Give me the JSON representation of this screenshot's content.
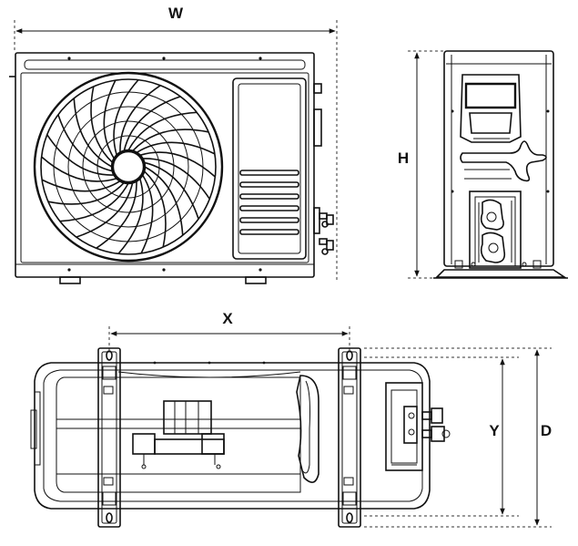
{
  "diagram": {
    "labels": {
      "width": "W",
      "height": "H",
      "mount_spacing": "X",
      "mount_depth": "Y",
      "depth": "D"
    },
    "icons": [
      "fan-grille-icon",
      "service-valve-icon",
      "mounting-foot-icon"
    ]
  }
}
